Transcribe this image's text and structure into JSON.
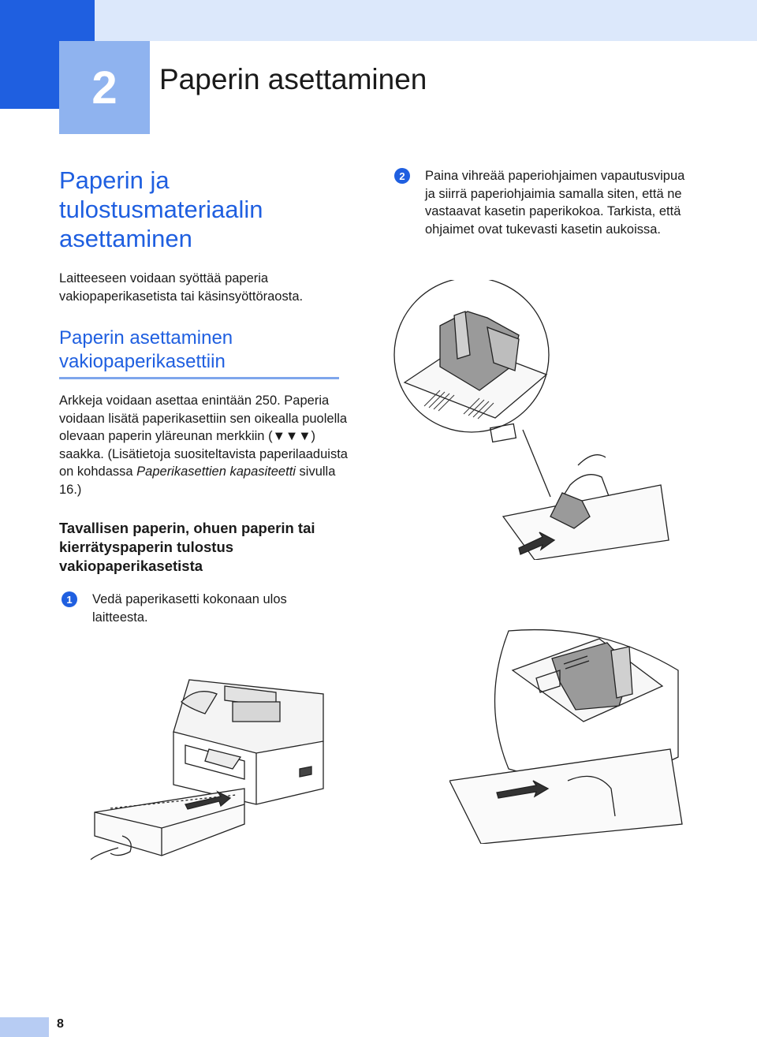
{
  "chapter": {
    "number": "2",
    "title": "Paperin asettaminen"
  },
  "section": {
    "title": "Paperin ja tulostusmateriaalin asettaminen",
    "intro": "Laitteeseen voidaan syöttää paperia vakiopaperikasetista tai käsinsyöttöraosta."
  },
  "subsection": {
    "title": "Paperin asettaminen vakiopaperikasettiin",
    "para_before": "Arkkeja voidaan asettaa enintään 250. Paperia voidaan lisätä paperikasettiin sen oikealla puolella olevaan paperin yläreunan merkkiin (▼▼▼) saakka. (Lisätietoja suositeltavista paperilaaduista on kohdassa ",
    "para_italic": "Paperikasettien kapasiteetti",
    "para_after": " sivulla 16.)"
  },
  "procedure": {
    "title": "Tavallisen paperin, ohuen paperin tai kierrätyspaperin tulostus vakiopaperikasetista",
    "steps": [
      {
        "number": "1",
        "text": "Vedä paperikasetti kokonaan ulos laitteesta."
      },
      {
        "number": "2",
        "text": "Paina vihreää paperiohjaimen vapautusvipua ja siirrä paperiohjaimia samalla siten, että ne vastaavat kasetin paperikokoa. Tarkista, että ohjaimet ovat tukevasti kasetin aukoissa."
      }
    ]
  },
  "footer": {
    "page_number": "8"
  },
  "colors": {
    "accent": "#1f5fe0",
    "accent_light": "#8fb3ef",
    "band_light": "#dce8fb"
  }
}
